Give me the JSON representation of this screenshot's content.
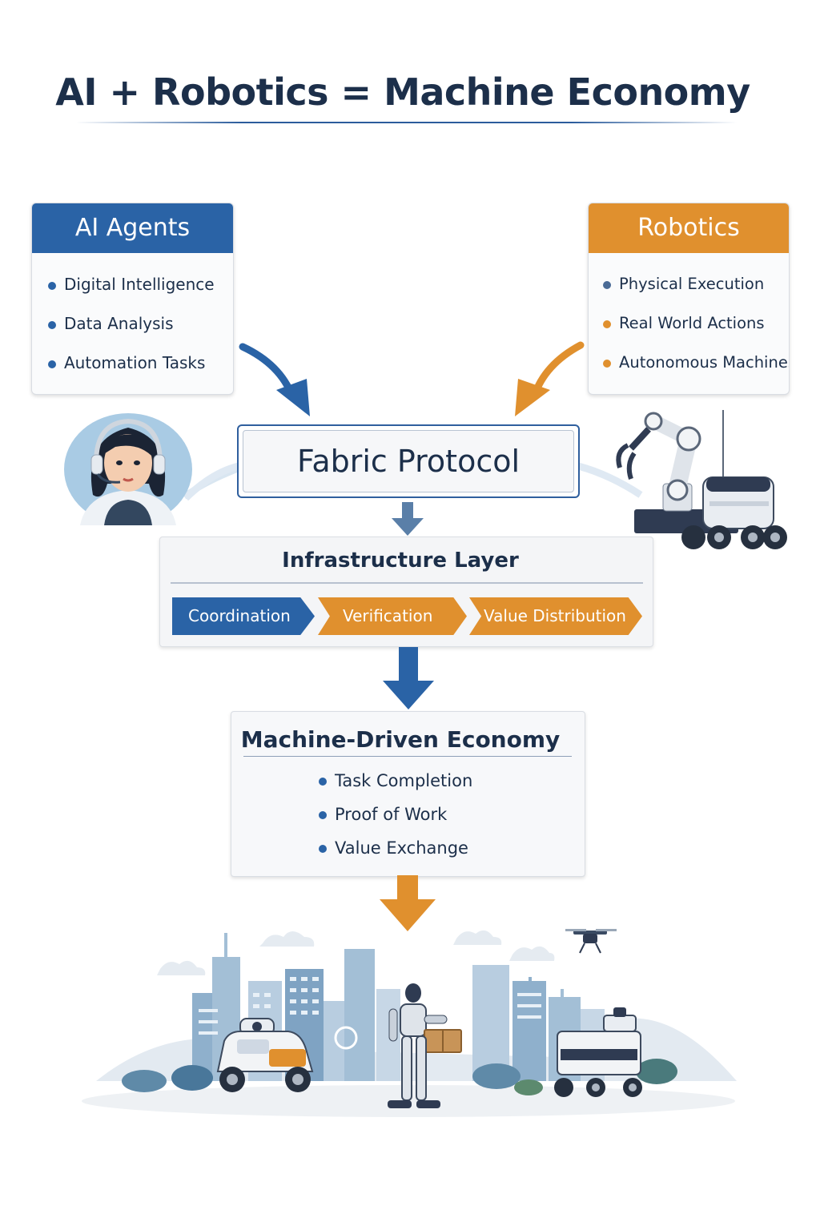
{
  "title": "AI + Robotics = Machine Economy",
  "ai_card": {
    "heading": "AI Agents",
    "items": [
      "Digital Intelligence",
      "Data Analysis",
      "Automation Tasks"
    ]
  },
  "robotics_card": {
    "heading": "Robotics",
    "items": [
      "Physical Execution",
      "Real World Actions",
      "Autonomous Machines"
    ]
  },
  "fabric": {
    "label": "Fabric Protocol"
  },
  "infrastructure": {
    "title": "Infrastructure Layer",
    "steps": [
      "Coordination",
      "Verification",
      "Value Distribution"
    ]
  },
  "economy": {
    "title": "Machine-Driven Economy",
    "items": [
      "Task Completion",
      "Proof of Work",
      "Value Exchange"
    ]
  },
  "colors": {
    "navy": "#1c2f4a",
    "blue": "#2a63a6",
    "orange": "#e0902e",
    "light_blue": "#a9cbe4"
  },
  "icons": {
    "ai_agent": "ai-agent-avatar-icon",
    "robot_arm": "robot-arm-icon",
    "delivery_robot": "delivery-robot-icon",
    "city": "smart-city-illustration",
    "drone": "drone-icon",
    "humanoid": "humanoid-robot-icon"
  }
}
